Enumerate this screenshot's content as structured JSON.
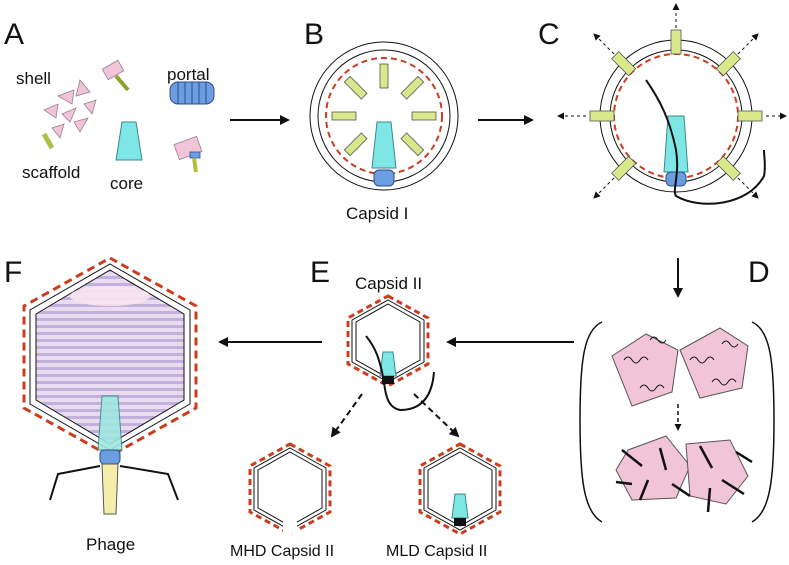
{
  "panels": {
    "a": {
      "letter": "A",
      "labels": {
        "shell": "shell",
        "portal": "portal",
        "scaffold": "scaffold",
        "core": "core"
      }
    },
    "b": {
      "letter": "B",
      "caption": "Capsid I"
    },
    "c": {
      "letter": "C"
    },
    "d": {
      "letter": "D"
    },
    "e": {
      "letter": "E",
      "caption": "Capsid II",
      "sub_left": "MHD Capsid II",
      "sub_right": "MLD Capsid II"
    },
    "f": {
      "letter": "F",
      "caption": "Phage"
    }
  },
  "colors": {
    "shell_pink": "#f2c4d8",
    "scaffold_green": "#d8e88a",
    "core_cyan": "#7fe6e6",
    "portal_blue": "#6a9ee0",
    "membrane_red": "#cc3d1f",
    "tail_yellow": "#f5eeaa"
  }
}
